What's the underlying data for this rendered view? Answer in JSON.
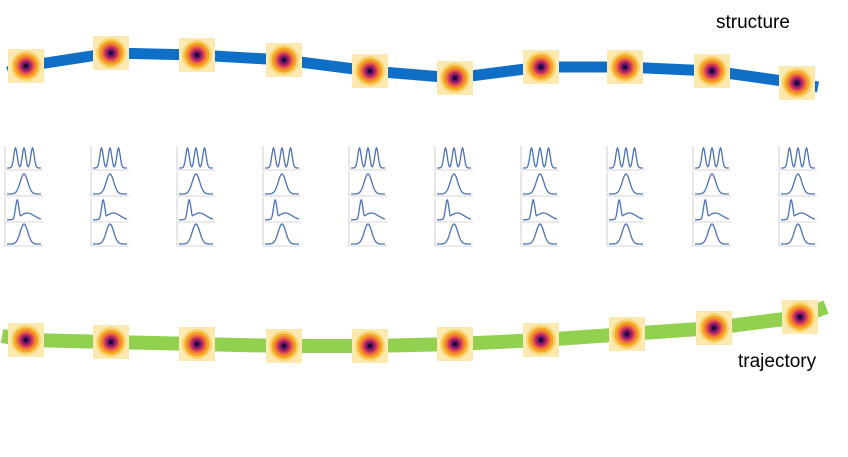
{
  "labels": {
    "structure": "structure",
    "trajectory": "trajectory"
  },
  "colors": {
    "structure_path": "#0f6fc6",
    "trajectory_path": "#92d050",
    "tile_background": "#fbe9b0",
    "profile_line": "#4a72b8",
    "density_rings": [
      "#f7d370",
      "#f5a623",
      "#f07b3a",
      "#d9444f",
      "#a52363",
      "#5d1469",
      "#1a0a2e"
    ]
  },
  "structure_nodes": 10,
  "trajectory_nodes": 10,
  "profile_columns": 10,
  "profile_rows": [
    "triple-peak",
    "single-peak",
    "skewed-peak",
    "single-peak"
  ]
}
